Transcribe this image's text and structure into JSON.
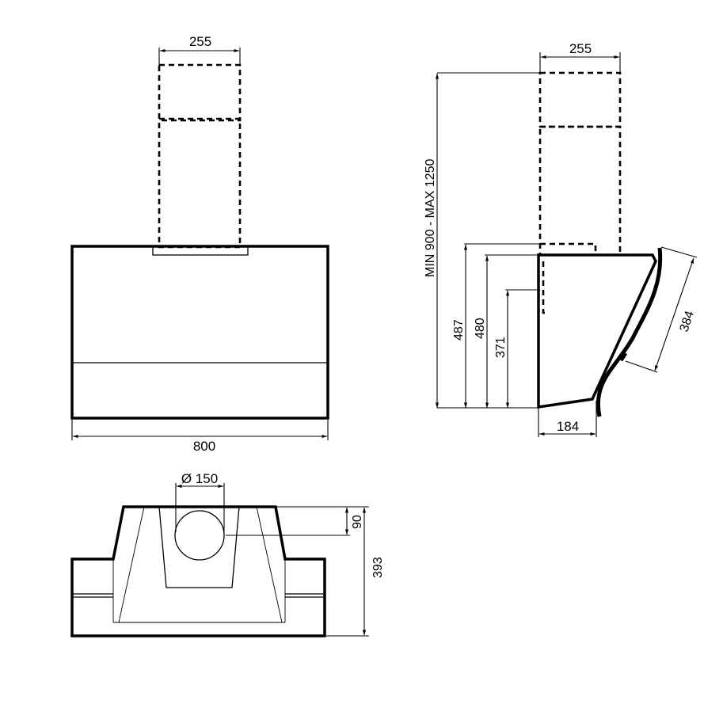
{
  "front_view": {
    "chimney_width": "255",
    "total_width": "800"
  },
  "side_view": {
    "chimney_width": "255",
    "height_range": "MIN 900 - MAX 1250",
    "height_487": "487",
    "height_480": "480",
    "height_371": "371",
    "glass_length": "384",
    "base_depth": "184"
  },
  "top_view": {
    "outlet_diameter": "Ø 150",
    "outlet_offset": "90",
    "total_depth": "393"
  },
  "colors": {
    "line": "#000000",
    "background": "#ffffff"
  }
}
